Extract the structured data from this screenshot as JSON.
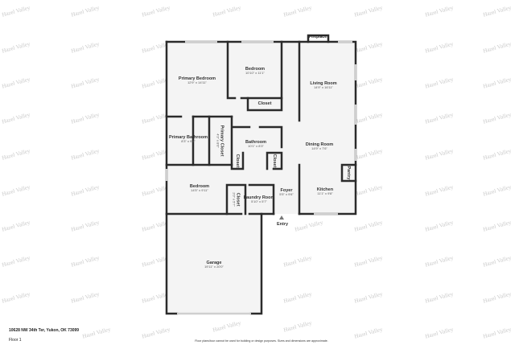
{
  "watermark": "Hazel Valley",
  "rooms": {
    "primary_bedroom": {
      "name": "Primary Bedroom",
      "dims": "12'9\" x 14'11\""
    },
    "bedroom_1": {
      "name": "Bedroom",
      "dims": "10'10\" x 11'1\""
    },
    "closet_1": {
      "name": "Closet"
    },
    "living_room": {
      "name": "Living Room",
      "dims": "14'9\" x 16'11\""
    },
    "fireplace": {
      "name": "Fireplace"
    },
    "primary_bathroom": {
      "name": "Primary Bathroom",
      "dims": "8'3\" x 9'4\""
    },
    "primary_closet": {
      "name": "Primary Closet",
      "dims": "4'3\" x 8'6\""
    },
    "bathroom": {
      "name": "Bathroom",
      "dims": "10'1\" x 8'3\""
    },
    "closet_2": {
      "name": "Closet"
    },
    "closet_3": {
      "name": "Closet"
    },
    "dining_room": {
      "name": "Dining Room",
      "dims": "14'9\" x 7'6\""
    },
    "pantry": {
      "name": "Pantry"
    },
    "bedroom_2": {
      "name": "Bedroom",
      "dims": "14'5\" x 9'11\""
    },
    "closet_4": {
      "name": "Closet",
      "dims": "2'0\" x 5'7\""
    },
    "laundry_room": {
      "name": "Laundry Room",
      "dims": "5'10\" x 5'7\""
    },
    "foyer": {
      "name": "Foyer",
      "dims": "5'5\" x 9'6\""
    },
    "kitchen": {
      "name": "Kitchen",
      "dims": "11'1\" x 9'8\""
    },
    "garage": {
      "name": "Garage",
      "dims": "19'11\" x 20'0\""
    },
    "entry": {
      "name": "Entry"
    }
  },
  "footer": {
    "address": "10628 NW 34th Ter, Yukon, OK 73099",
    "floor": "Floor 1",
    "disclaimer": "Floor plans/tour cannot be used for building or design purposes. Sizes and dimensions are approximate."
  },
  "colors": {
    "wall": "#2b2b2b",
    "floor": "#f4f4f4",
    "window": "#cfcfcf"
  }
}
